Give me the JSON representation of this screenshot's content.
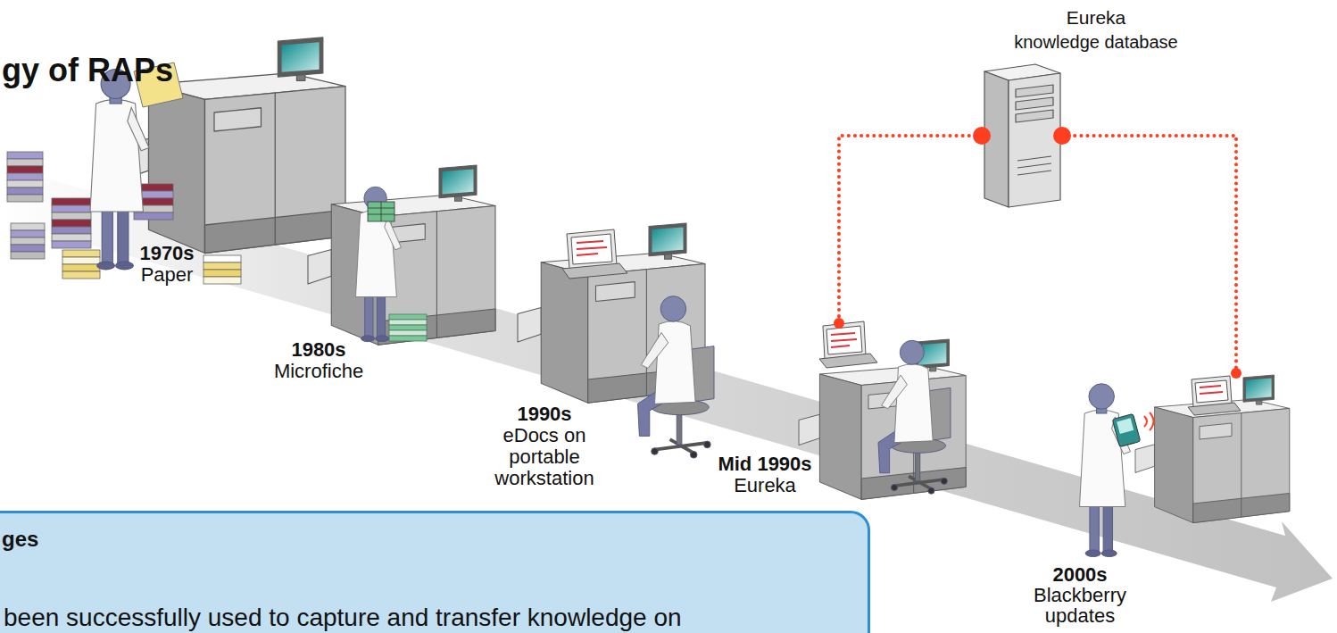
{
  "diagram": {
    "title": "gy of RAPs",
    "nodes": [
      {
        "text": [
          "Eureka",
          "knowledge database"
        ]
      },
      {
        "text": [
          "1970s",
          "Paper"
        ]
      },
      {
        "text": [
          "1980s",
          "Microfiche"
        ]
      },
      {
        "text": [
          "1990s",
          "eDocs on portable workstation"
        ]
      },
      {
        "text": [
          "Mid 1990s",
          "Eureka"
        ]
      },
      {
        "text": [
          "2000s",
          "Blackberry updates"
        ]
      },
      {
        "text": [
          "ges",
          "been successfully used to capture and transfer knowledge on"
        ]
      }
    ],
    "edges": [
      {
        "from": 0,
        "to": 4,
        "arrow": "none"
      },
      {
        "from": 0,
        "to": 5,
        "arrow": "none"
      }
    ]
  }
}
